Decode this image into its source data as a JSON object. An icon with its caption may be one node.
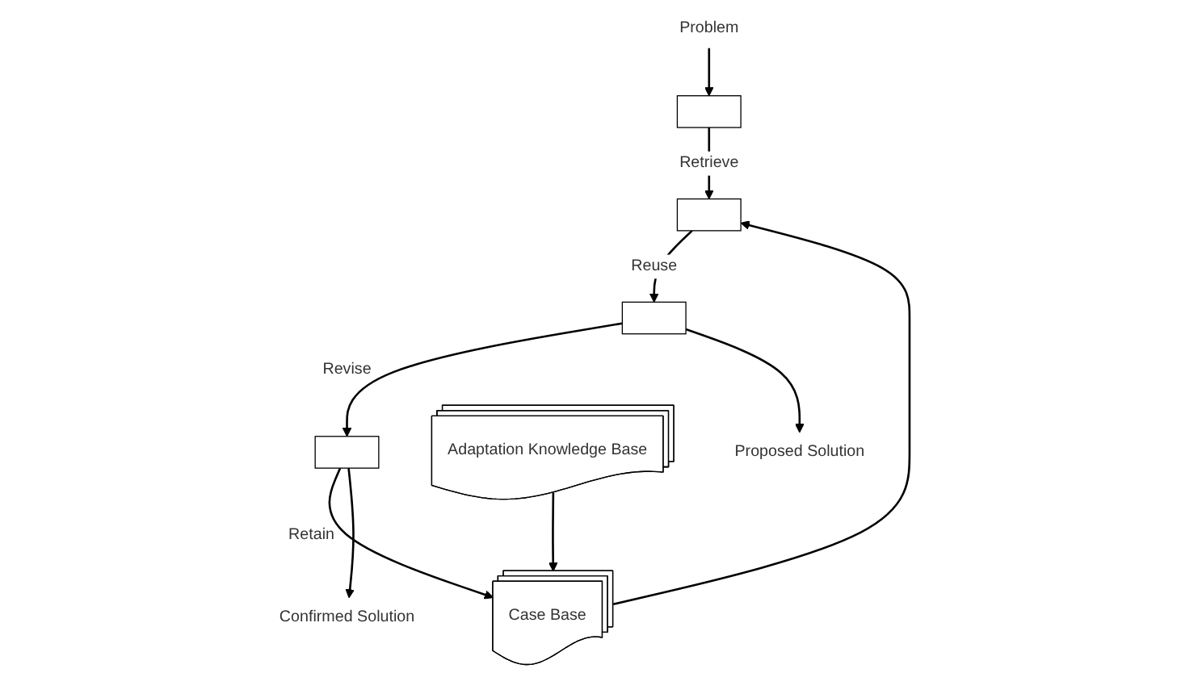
{
  "diagram": {
    "nodes": [
      {
        "text": [
          "Problem"
        ]
      },
      {
        "text": [],
        "shape": "box"
      },
      {
        "text": [],
        "shape": "box"
      },
      {
        "text": [
          "Case Base"
        ]
      },
      {
        "text": [],
        "shape": "box"
      },
      {
        "text": [],
        "shape": "box"
      },
      {
        "text": [
          "Adaptation Knowledge Base"
        ]
      },
      {
        "text": [
          "Confirmed Solution"
        ]
      },
      {
        "text": [
          "Proposed Solution"
        ]
      }
    ],
    "edges": [
      {
        "from": 0,
        "to": 1,
        "arrow": "to"
      },
      {
        "from": 1,
        "to": 2,
        "arrow": "to",
        "label": "Retrieve"
      },
      {
        "from": 3,
        "to": 2,
        "arrow": "to"
      },
      {
        "from": 2,
        "to": 5,
        "arrow": "to",
        "label": "Reuse"
      },
      {
        "from": 4,
        "to": 3,
        "arrow": "to",
        "label": "Retain"
      },
      {
        "from": 5,
        "to": 4,
        "arrow": "to",
        "label": "Revise"
      },
      {
        "from": 6,
        "to": 3,
        "arrow": "to"
      },
      {
        "from": 4,
        "to": 7,
        "arrow": "to"
      },
      {
        "from": 5,
        "to": 8,
        "arrow": "to"
      }
    ]
  }
}
